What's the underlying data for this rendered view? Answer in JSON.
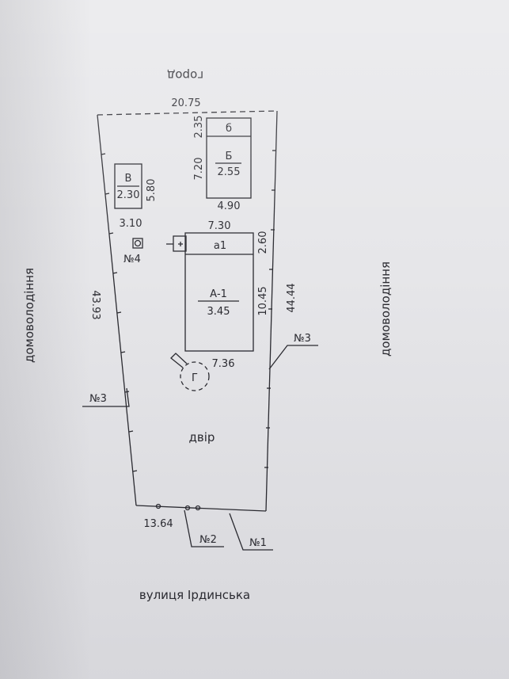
{
  "labels": {
    "north": "город",
    "west_neighbor": "домоволодіння",
    "east_neighbor": "домоволодіння",
    "street": "вулиця Ірдинська",
    "yard": "двір"
  },
  "dimensions": {
    "top": "20.75",
    "left_side": "43.93",
    "right_side": "44.44",
    "bottom": "13.64",
    "building_v_side": "5.80",
    "building_v_width": "3.10",
    "building_b_top": "2.35",
    "building_b_side": "7.20",
    "building_b_width": "4.90",
    "building_a_top": "7.30",
    "building_a_porch": "2.60",
    "building_a_side": "10.45",
    "building_a_bottom": "7.36"
  },
  "buildings": {
    "v": {
      "letter": "В",
      "height": "2.30"
    },
    "b_top": {
      "letter": "б"
    },
    "b": {
      "letter": "Б",
      "height": "2.55"
    },
    "a_porch": {
      "letter": "а1"
    },
    "a": {
      "letter": "А-1",
      "height": "3.45"
    },
    "well": {
      "letter": "Г"
    }
  },
  "markers": {
    "no1": "№1",
    "no2": "№2",
    "no3_left": "№3",
    "no3_right": "№3",
    "no4": "№4"
  }
}
